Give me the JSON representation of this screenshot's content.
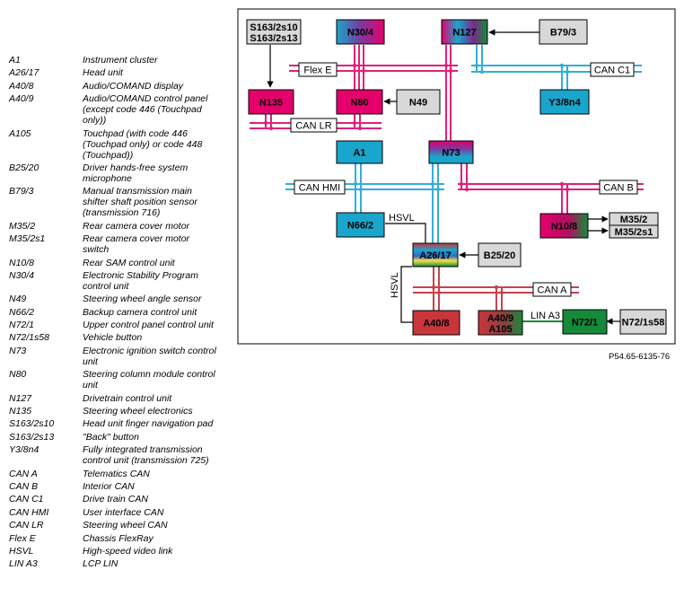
{
  "legend": [
    {
      "abbr": "A1",
      "desc": "Instrument cluster"
    },
    {
      "abbr": "A26/17",
      "desc": "Head unit"
    },
    {
      "abbr": "A40/8",
      "desc": "Audio/COMAND display"
    },
    {
      "abbr": "A40/9",
      "desc": "Audio/COMAND control panel (except code 446 (Touchpad only))"
    },
    {
      "abbr": "A105",
      "desc": "Touchpad (with code 446 (Touchpad only) or code 448 (Touchpad))"
    },
    {
      "abbr": "B25/20",
      "desc": "Driver hands-free system microphone"
    },
    {
      "abbr": "B79/3",
      "desc": "Manual transmission main shifter shaft position sensor (transmission 716)"
    },
    {
      "abbr": "M35/2",
      "desc": "Rear camera cover motor"
    },
    {
      "abbr": "M35/2s1",
      "desc": "Rear camera cover motor switch"
    },
    {
      "abbr": "N10/8",
      "desc": "Rear SAM control unit"
    },
    {
      "abbr": "N30/4",
      "desc": "Electronic Stability Program control unit"
    },
    {
      "abbr": "N49",
      "desc": "Steering wheel angle sensor"
    },
    {
      "abbr": "N66/2",
      "desc": "Backup camera control unit"
    },
    {
      "abbr": "N72/1",
      "desc": "Upper control panel control unit"
    },
    {
      "abbr": "N72/1s58",
      "desc": "Vehicle button"
    },
    {
      "abbr": "N73",
      "desc": "Electronic ignition switch control unit"
    },
    {
      "abbr": "N80",
      "desc": "Steering column module control unit"
    },
    {
      "abbr": "N127",
      "desc": "Drivetrain control unit"
    },
    {
      "abbr": "N135",
      "desc": "Steering wheel electronics"
    },
    {
      "abbr": "S163/2s10",
      "desc": "Head unit finger navigation pad"
    },
    {
      "abbr": "S163/2s13",
      "desc": "\"Back\" button"
    },
    {
      "abbr": "Y3/8n4",
      "desc": "Fully integrated transmission control unit (transmission 725)"
    },
    {
      "abbr": "CAN A",
      "desc": "Telematics CAN"
    },
    {
      "abbr": "CAN B",
      "desc": "Interior CAN"
    },
    {
      "abbr": "CAN C1",
      "desc": "Drive train CAN"
    },
    {
      "abbr": "CAN HMI",
      "desc": "User interface CAN"
    },
    {
      "abbr": "CAN LR",
      "desc": "Steering wheel CAN"
    },
    {
      "abbr": "Flex E",
      "desc": "Chassis FlexRay"
    },
    {
      "abbr": "HSVL",
      "desc": "High-speed video link"
    },
    {
      "abbr": "LIN A3",
      "desc": "LCP LIN"
    }
  ],
  "diagram": {
    "boxes": {
      "s163": [
        "S163/2s10",
        "S163/2s13"
      ],
      "n304": "N30/4",
      "n127": "N127",
      "b793": "B79/3",
      "n135": "N135",
      "n80": "N80",
      "n49": "N49",
      "y38n4": "Y3/8n4",
      "a1": "A1",
      "n73": "N73",
      "n662": "N66/2",
      "n108": "N10/8",
      "m352": "M35/2",
      "m352s1": "M35/2s1",
      "a2617": "A26/17",
      "b2520": "B25/20",
      "a408": "A40/8",
      "a409": [
        "A40/9",
        "A105"
      ],
      "n721": "N72/1",
      "n721s58": "N72/1s58"
    },
    "bus_labels": {
      "flex_e": "Flex E",
      "can_c1": "CAN C1",
      "can_lr": "CAN LR",
      "can_hmi": "CAN HMI",
      "can_b": "CAN B",
      "can_a": "CAN A",
      "hsvl_horizontal": "HSVL",
      "hsvl_vertical": "HSVL",
      "lin_a3": "LIN A3"
    },
    "colors": {
      "flexray": "#e0207a",
      "can_cyan": "#33aed8",
      "can_red": "#c8424a",
      "can_lr": "#e0207a",
      "box_magenta": "#e4006d",
      "box_cyan": "#1aa6cc",
      "box_red": "#c8363c",
      "box_green": "#158a3a",
      "box_gray": "#d8d8d8"
    }
  },
  "figure_ref": "P54.65-6135-76"
}
